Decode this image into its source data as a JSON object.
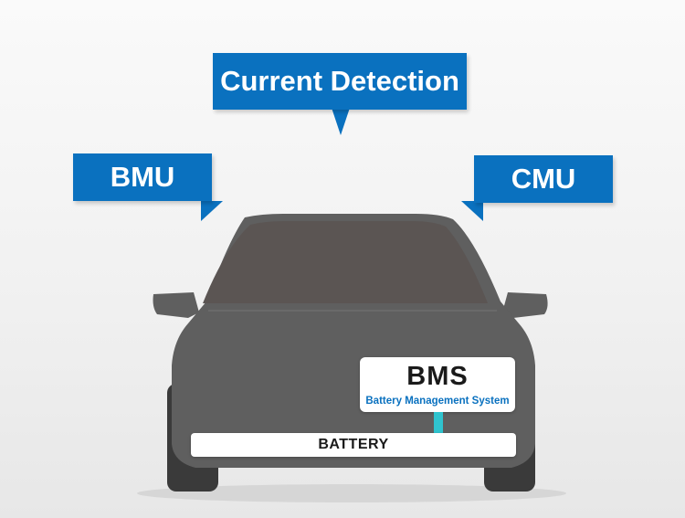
{
  "callouts": {
    "current_detection": "Current Detection",
    "bmu": "BMU",
    "cmu": "CMU"
  },
  "bms_plate": {
    "title": "BMS",
    "subtitle": "Battery Management System"
  },
  "battery_bar": {
    "label": "BATTERY"
  },
  "colors": {
    "callout_blue": "#0a71bf",
    "car_body": "#5f5f5f",
    "windshield": "#5b5553",
    "connector": "#2fc4cf"
  }
}
